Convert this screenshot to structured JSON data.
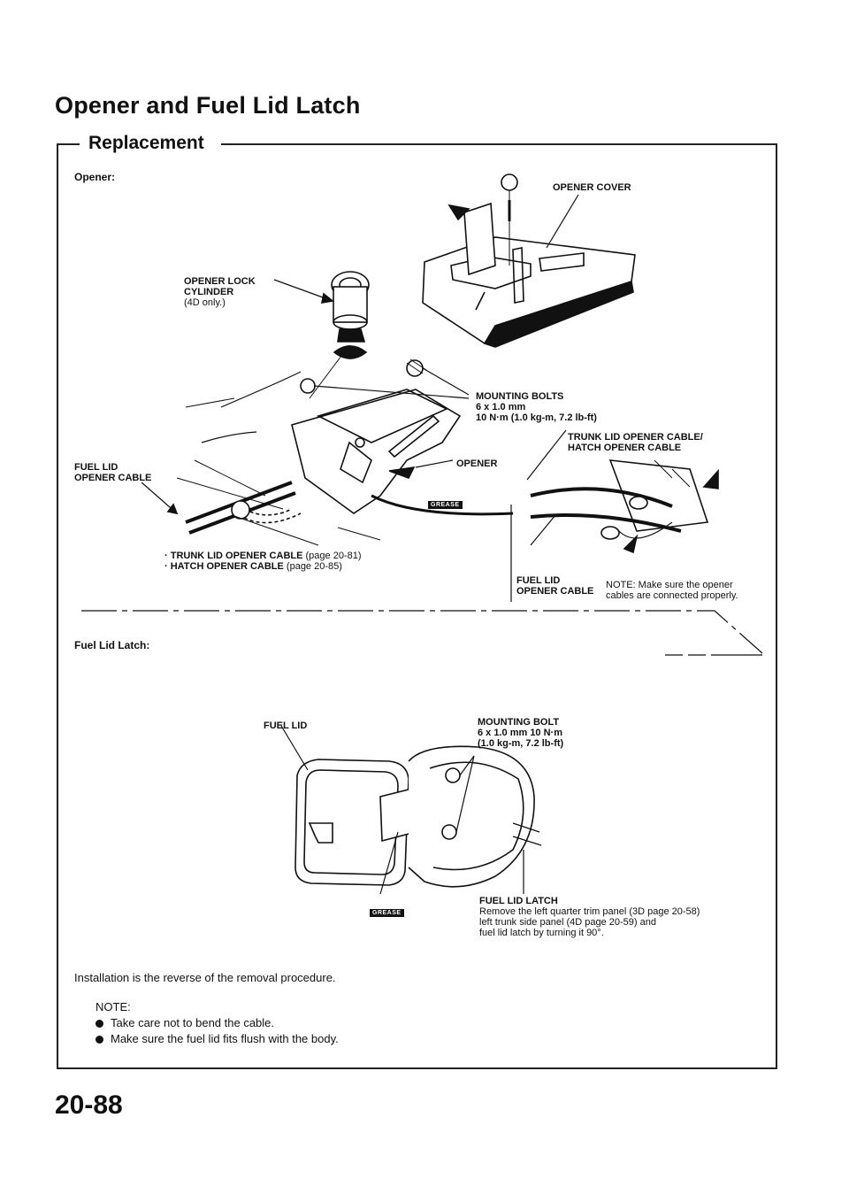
{
  "page": {
    "title": "Opener and Fuel Lid Latch",
    "subtitle": "Replacement",
    "page_number": "20-88"
  },
  "opener_section": {
    "heading": "Opener:",
    "labels": {
      "opener_cover": "OPENER COVER",
      "lock_cylinder_1": "OPENER LOCK",
      "lock_cylinder_2": "CYLINDER",
      "lock_cylinder_3": "(4D only.)",
      "mounting_bolts_1": "MOUNTING BOLTS",
      "mounting_bolts_2": "6 x 1.0 mm",
      "mounting_bolts_3": "10 N·m (1.0 kg-m, 7.2 lb-ft)",
      "trunk_cable_1": "TRUNK LID OPENER CABLE/",
      "trunk_cable_2": "HATCH OPENER CABLE",
      "opener": "OPENER",
      "fuel_lid_cable_left_1": "FUEL LID",
      "fuel_lid_cable_left_2": "OPENER CABLE",
      "ref_trunk_bold": "· TRUNK LID OPENER CABLE",
      "ref_trunk_page": " (page 20-81)",
      "ref_hatch_bold": "· HATCH OPENER CABLE",
      "ref_hatch_page": " (page 20-85)",
      "fuel_lid_cable_right_1": "FUEL LID",
      "fuel_lid_cable_right_2": "OPENER CABLE",
      "note_1": "NOTE: Make sure the opener",
      "note_2": "cables are connected properly.",
      "grease": "GREASE"
    }
  },
  "latch_section": {
    "heading": "Fuel Lid Latch:",
    "labels": {
      "fuel_lid": "FUEL LID",
      "mounting_bolt_1": "MOUNTING BOLT",
      "mounting_bolt_2": "6 x 1.0 mm 10 N·m",
      "mounting_bolt_3": "(1.0 kg-m, 7.2 lb-ft)",
      "latch_1": "FUEL LID LATCH",
      "latch_2": "Remove the left quarter trim panel (3D page 20-58)",
      "latch_3": "left trunk side panel (4D page 20-59) and",
      "latch_4": "fuel lid latch by turning it 90°.",
      "grease": "GREASE"
    }
  },
  "instructions": {
    "installation": "Installation is the reverse of the removal procedure.",
    "note_heading": "NOTE:",
    "notes": [
      "Take care not to bend the cable.",
      "Make sure the fuel lid fits flush with the body."
    ]
  }
}
